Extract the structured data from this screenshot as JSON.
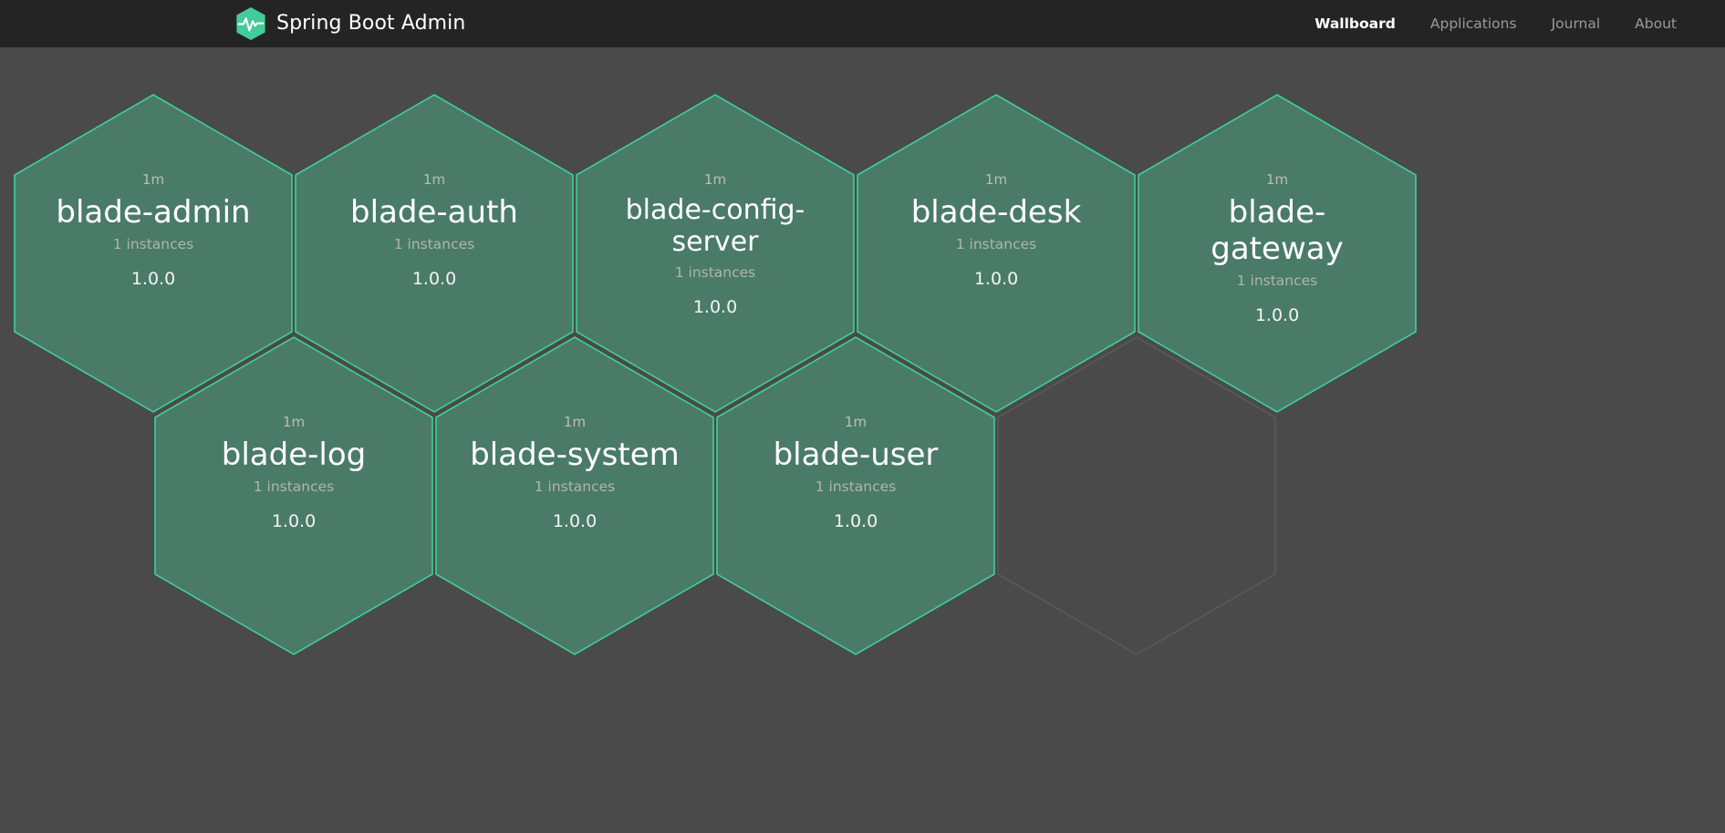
{
  "header": {
    "brand": {
      "title": "Spring Boot Admin",
      "logo_icon": "hexagon-pulse-icon",
      "logo_color": "#42cc99",
      "logo_stroke": "#ffffff"
    },
    "nav": [
      {
        "label": "Wallboard",
        "active": true,
        "name": "nav-link-wallboard"
      },
      {
        "label": "Applications",
        "active": false,
        "name": "nav-link-applications"
      },
      {
        "label": "Journal",
        "active": false,
        "name": "nav-link-journal"
      },
      {
        "label": "About",
        "active": false,
        "name": "nav-link-about"
      }
    ],
    "background": "#242424"
  },
  "wallboard": {
    "background": "#4a4a4a",
    "hex_fill": "#4a7b68",
    "hex_border": "#3ecf9a",
    "empty_hex_border": "#5a5a5a",
    "applications": [
      {
        "name": "blade-admin",
        "status_age": "1m",
        "instances": "1 instances",
        "version": "1.0.0",
        "row": 0,
        "col": 0,
        "narrow": false,
        "empty": false
      },
      {
        "name": "blade-auth",
        "status_age": "1m",
        "instances": "1 instances",
        "version": "1.0.0",
        "row": 0,
        "col": 1,
        "narrow": false,
        "empty": false
      },
      {
        "name": "blade-config-server",
        "status_age": "1m",
        "instances": "1 instances",
        "version": "1.0.0",
        "row": 0,
        "col": 2,
        "narrow": true,
        "empty": false
      },
      {
        "name": "blade-desk",
        "status_age": "1m",
        "instances": "1 instances",
        "version": "1.0.0",
        "row": 0,
        "col": 3,
        "narrow": false,
        "empty": false
      },
      {
        "name": "blade-gateway",
        "status_age": "1m",
        "instances": "1 instances",
        "version": "1.0.0",
        "row": 0,
        "col": 4,
        "narrow": false,
        "empty": false
      },
      {
        "name": "blade-log",
        "status_age": "1m",
        "instances": "1 instances",
        "version": "1.0.0",
        "row": 1,
        "col": 0,
        "narrow": false,
        "empty": false
      },
      {
        "name": "blade-system",
        "status_age": "1m",
        "instances": "1 instances",
        "version": "1.0.0",
        "row": 1,
        "col": 1,
        "narrow": false,
        "empty": false
      },
      {
        "name": "blade-user",
        "status_age": "1m",
        "instances": "1 instances",
        "version": "1.0.0",
        "row": 1,
        "col": 2,
        "narrow": false,
        "empty": false
      },
      {
        "name": "",
        "status_age": "",
        "instances": "",
        "version": "",
        "row": 1,
        "col": 3,
        "narrow": false,
        "empty": true
      }
    ]
  }
}
